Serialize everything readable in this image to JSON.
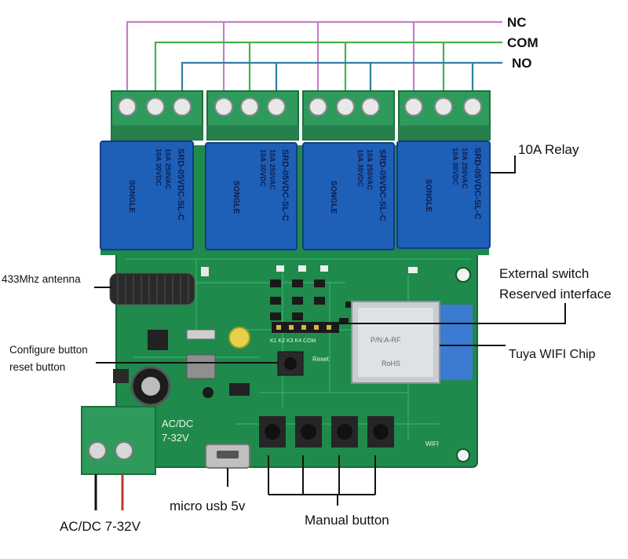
{
  "wires": {
    "nc_label": "NC",
    "com_label": "COM",
    "no_label": "NO",
    "nc_color": "#c77dc9",
    "com_color": "#46b34a",
    "no_color": "#2f7fa3"
  },
  "callouts": {
    "relay": "10A Relay",
    "antenna": "433Mhz antenna",
    "external_switch_line1": "External switch",
    "external_switch_line2": "Reserved interface",
    "wifi_chip": "Tuya WIFI Chip",
    "configure_button": "Configure button",
    "reset_button": "reset button",
    "micro_usb": "micro usb 5v",
    "manual_button": "Manual button",
    "power_input": "AC/DC 7-32V"
  },
  "board": {
    "pcb_color": "#1f8a4c",
    "terminal_color": "#2e9a5c",
    "relay_color": "#1e5fb8",
    "voltage_silk_line1": "AC/DC",
    "voltage_silk_line2": "7-32V",
    "reset_silk": "Reset",
    "wifi_silk": "WIFI",
    "header_silk": "K1 K2 K3 K4 COM",
    "module_line1": "P/N:A-RF",
    "module_line2": "RoHS"
  },
  "relays": [
    {
      "model": "SRD-05VDC-SL-C",
      "brand": "SONGLE",
      "rating1": "10A 250VAC",
      "rating2": "10A 30VDC"
    },
    {
      "model": "SRD-05VDC-SL-C",
      "brand": "SONGLE",
      "rating1": "10A 250VAC",
      "rating2": "10A 30VDC"
    },
    {
      "model": "SRD-05VDC-SL-C",
      "brand": "SONGLE",
      "rating1": "10A 250VAC",
      "rating2": "10A 30VDC"
    },
    {
      "model": "SRD-05VDC-SL-C",
      "brand": "SONGLE",
      "rating1": "10A 250VAC",
      "rating2": "10A 30VDC"
    }
  ]
}
